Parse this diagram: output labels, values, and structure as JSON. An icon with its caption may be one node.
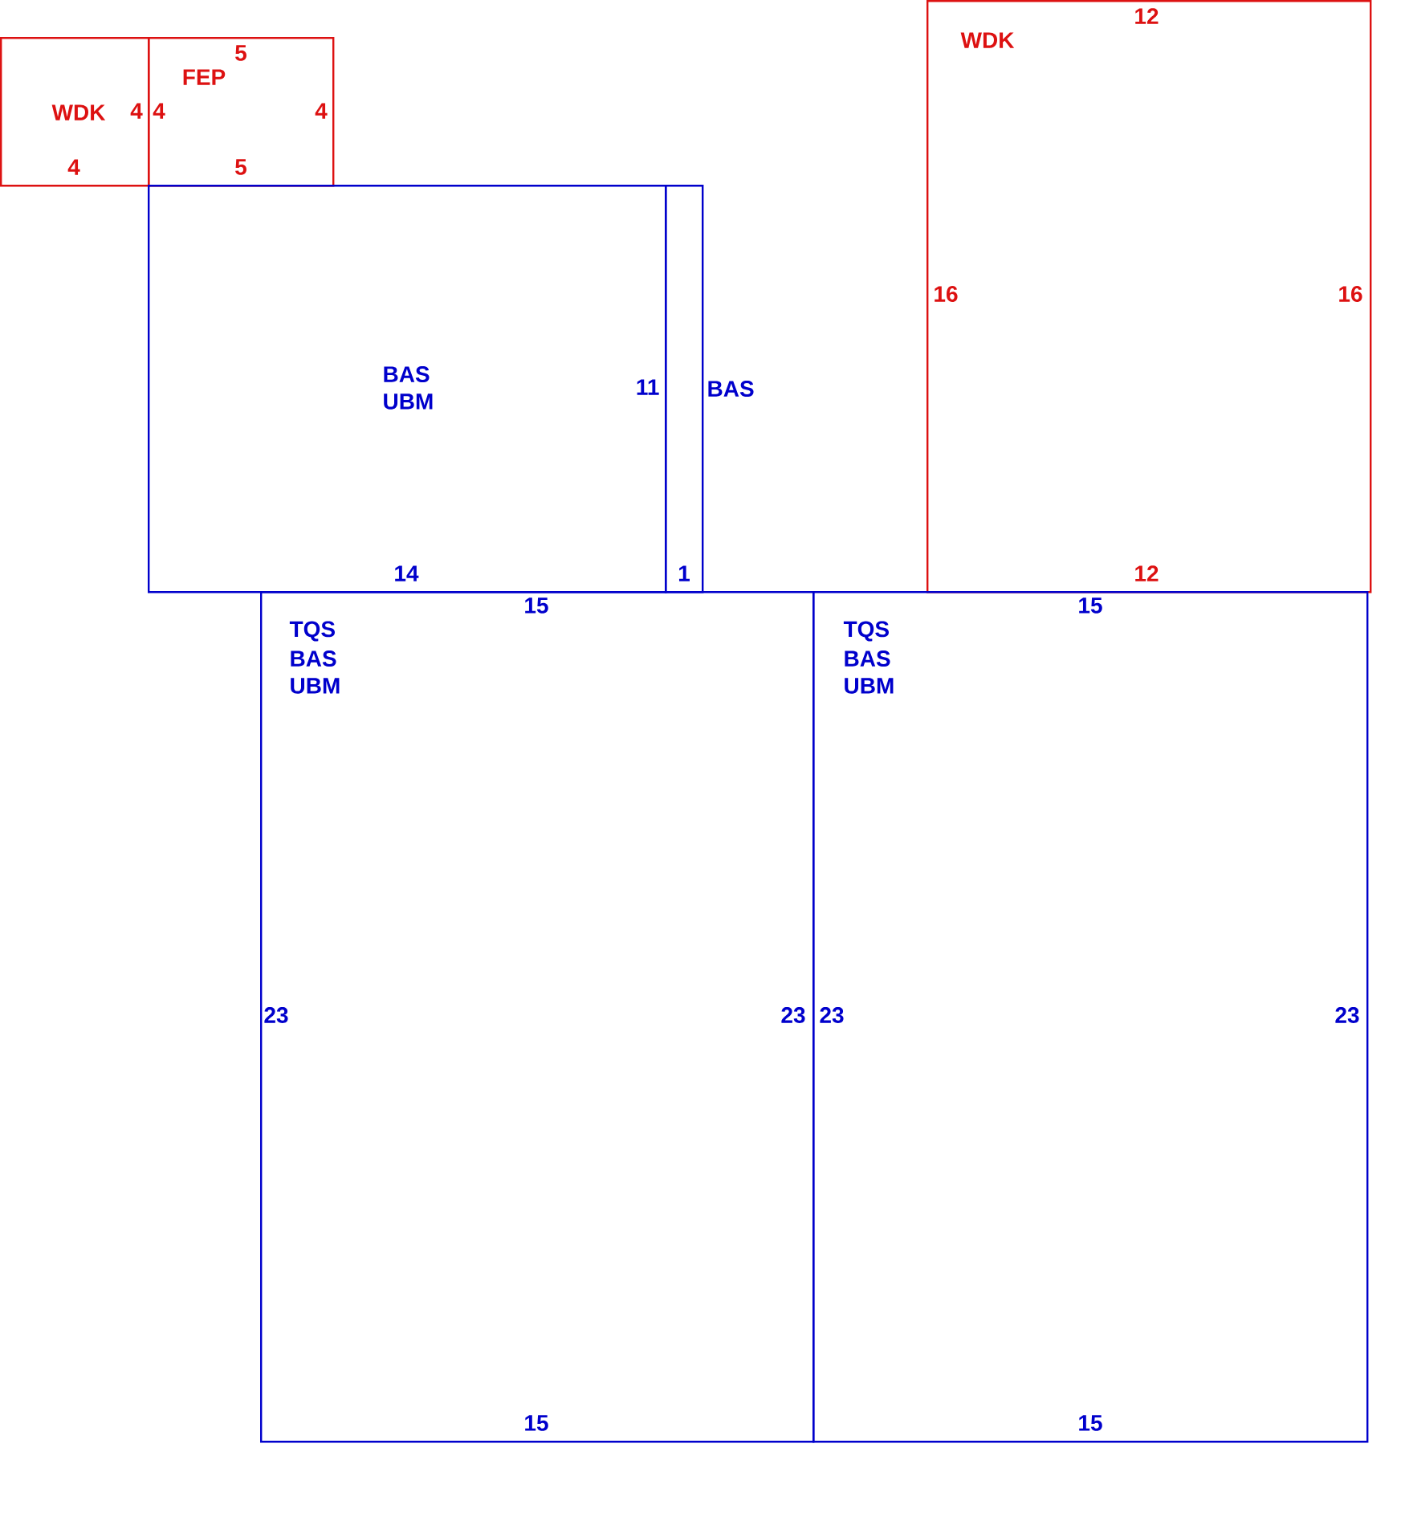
{
  "diagram": {
    "nodes": [
      {
        "text": [
          "WDK",
          "4",
          "4"
        ]
      },
      {
        "text": [
          "FEP",
          "5",
          "4",
          "4",
          "5"
        ]
      },
      {
        "text": [
          "BAS",
          "UBM",
          "11",
          "14"
        ]
      },
      {
        "text": [
          "BAS",
          "1"
        ]
      },
      {
        "text": [
          "WDK",
          "12",
          "16",
          "16",
          "12"
        ]
      },
      {
        "text": [
          "TQS",
          "BAS",
          "UBM",
          "15",
          "23",
          "23",
          "15"
        ]
      },
      {
        "text": [
          "TQS",
          "BAS",
          "UBM",
          "15",
          "23",
          "23",
          "15"
        ]
      }
    ]
  }
}
